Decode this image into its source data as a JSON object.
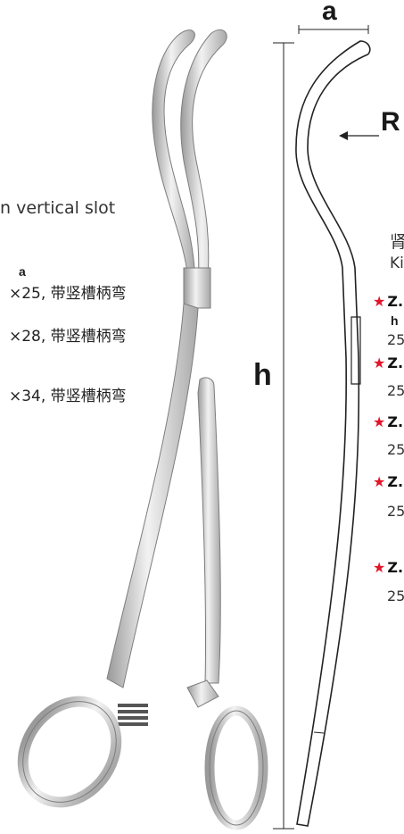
{
  "dimension_labels": {
    "a": "a",
    "R": "R",
    "h": "h"
  },
  "description": {
    "english_fragment": "n vertical slot"
  },
  "specs": [
    {
      "text": "×25, 带竖槽柄弯",
      "dim_marker": "a"
    },
    {
      "text": "×28, 带竖槽柄弯"
    },
    {
      "text": "×34, 带竖槽柄弯"
    }
  ],
  "right_column": {
    "title_cn": "肾",
    "title_en": "Ki",
    "catalog_entries": [
      {
        "star": "★",
        "code": "Z.",
        "size": "25",
        "dim_marker": "h"
      },
      {
        "star": "★",
        "code": "Z.",
        "size": "25"
      },
      {
        "star": "★",
        "code": "Z.",
        "size": "25"
      },
      {
        "star": "★",
        "code": "Z.",
        "size": "25"
      },
      {
        "star": "★",
        "code": "Z.",
        "size": "25"
      }
    ]
  },
  "colors": {
    "star": "#e0162b",
    "steel_light": "#e6e6e6",
    "steel_dark": "#8a8a8a"
  }
}
